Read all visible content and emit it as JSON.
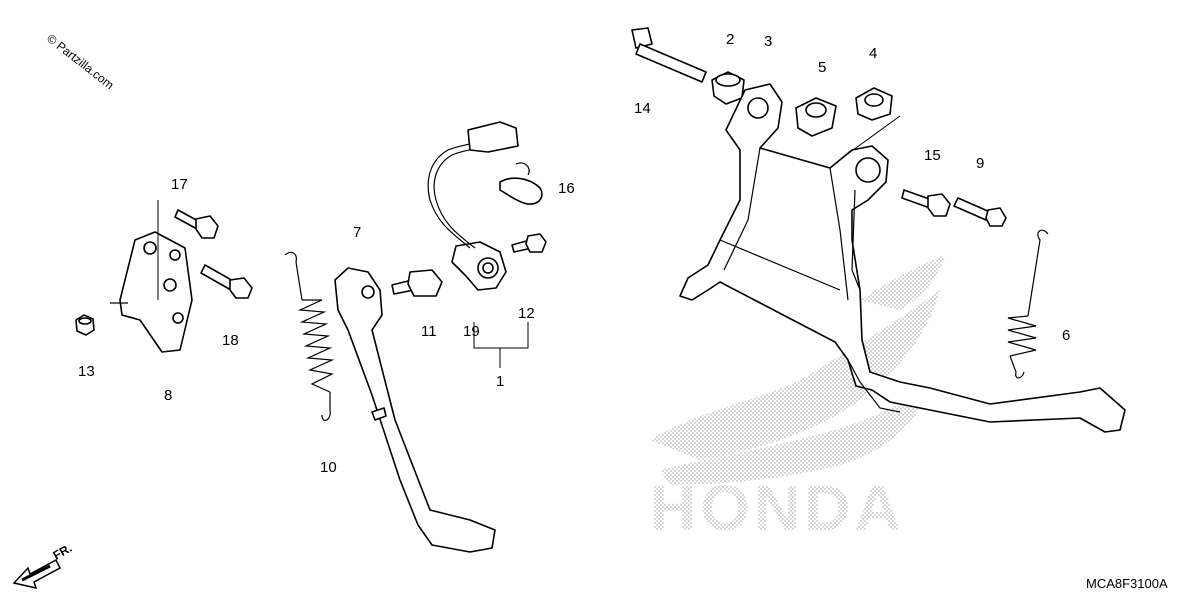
{
  "watermark": "© Partzilla.com",
  "diagram_code": "MCA8F3100A",
  "front_arrow_label": "FR.",
  "brand_logo_text": "HONDA",
  "callouts": {
    "p1": "1",
    "p2": "2",
    "p3": "3",
    "p4": "4",
    "p5": "5",
    "p6": "6",
    "p7": "7",
    "p8": "8",
    "p9": "9",
    "p10": "10",
    "p11": "11",
    "p12": "12",
    "p13": "13",
    "p14": "14",
    "p15": "15",
    "p16": "16",
    "p17": "17",
    "p18": "18",
    "p19": "19"
  },
  "icons": {
    "front_arrow": "front-direction-arrow-icon",
    "logo": "honda-wing-logo-icon"
  }
}
